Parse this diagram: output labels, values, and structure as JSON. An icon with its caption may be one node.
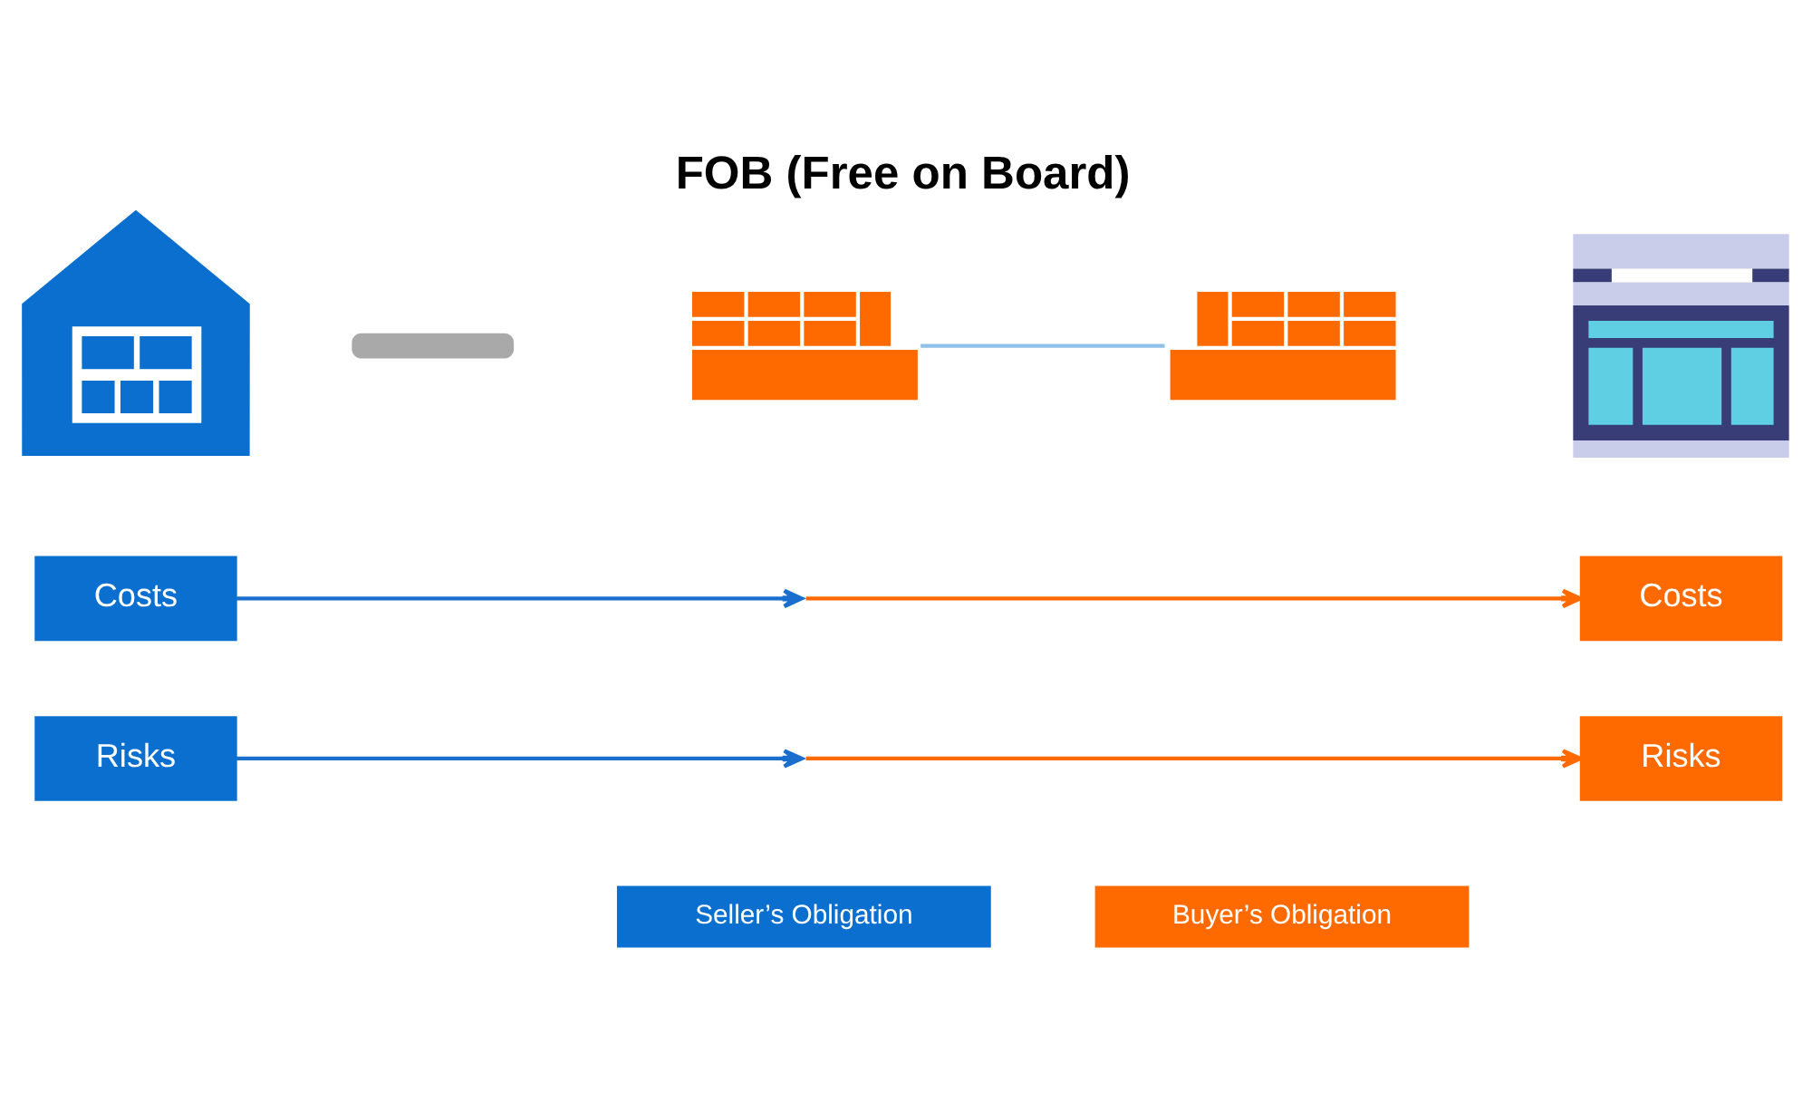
{
  "diagram": {
    "title": "FOB (Free on Board)",
    "nodes": [
      {
        "text": [],
        "shape": "picture"
      },
      {
        "text": [],
        "shape": "bar"
      },
      {
        "text": [],
        "shape": "picture"
      },
      {
        "text": [],
        "shape": "picture"
      },
      {
        "text": [],
        "shape": "picture"
      },
      {
        "text": [
          "Costs"
        ]
      },
      {
        "text": [
          "Costs"
        ]
      },
      {
        "text": [
          "Risks"
        ]
      },
      {
        "text": [
          "Risks"
        ]
      }
    ],
    "edges": [
      {
        "from": 2,
        "to": 3,
        "arrow": "none",
        "color": "#8fc1e9"
      },
      {
        "from": 5,
        "to": null,
        "arrow": "to",
        "color": "#1a6fce"
      },
      {
        "from": null,
        "to": 6,
        "arrow": "to",
        "color": "#ff6a00"
      },
      {
        "from": 7,
        "to": null,
        "arrow": "to",
        "color": "#1a6fce"
      },
      {
        "from": null,
        "to": 8,
        "arrow": "to",
        "color": "#ff6a00"
      }
    ],
    "legend": [
      {
        "text": "Seller’s Obligation",
        "color": "#0a6fcf"
      },
      {
        "text": "Buyer’s Obligation",
        "color": "#ff6a00"
      }
    ]
  }
}
